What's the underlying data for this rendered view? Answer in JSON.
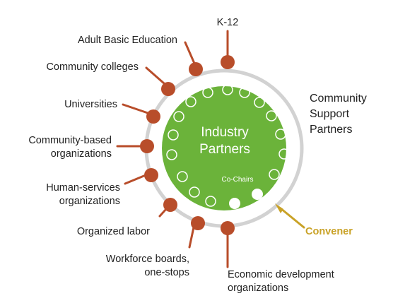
{
  "colors": {
    "ring": "#d2d2d2",
    "inner_circle": "#6bb33a",
    "partner_dots": "#b84d2a",
    "convener": "#c9a227",
    "small_circles": "#ffffff"
  },
  "center": {
    "title_line1": "Industry",
    "title_line2": "Partners",
    "cochairs": "Co-Chairs"
  },
  "side": {
    "line1": "Community",
    "line2": "Support",
    "line3": "Partners"
  },
  "convener": "Convener",
  "partners": {
    "k12": "K-12",
    "adult_basic_ed": "Adult Basic Education",
    "community_colleges": "Community colleges",
    "universities": "Universities",
    "cbo_line1": "Community-based",
    "cbo_line2": "organizations",
    "human_services_line1": "Human-services",
    "human_services_line2": "organizations",
    "organized_labor": "Organized labor",
    "workforce_line1": "Workforce boards,",
    "workforce_line2": "one-stops",
    "econ_dev_line1": "Economic development",
    "econ_dev_line2": "organizations"
  }
}
